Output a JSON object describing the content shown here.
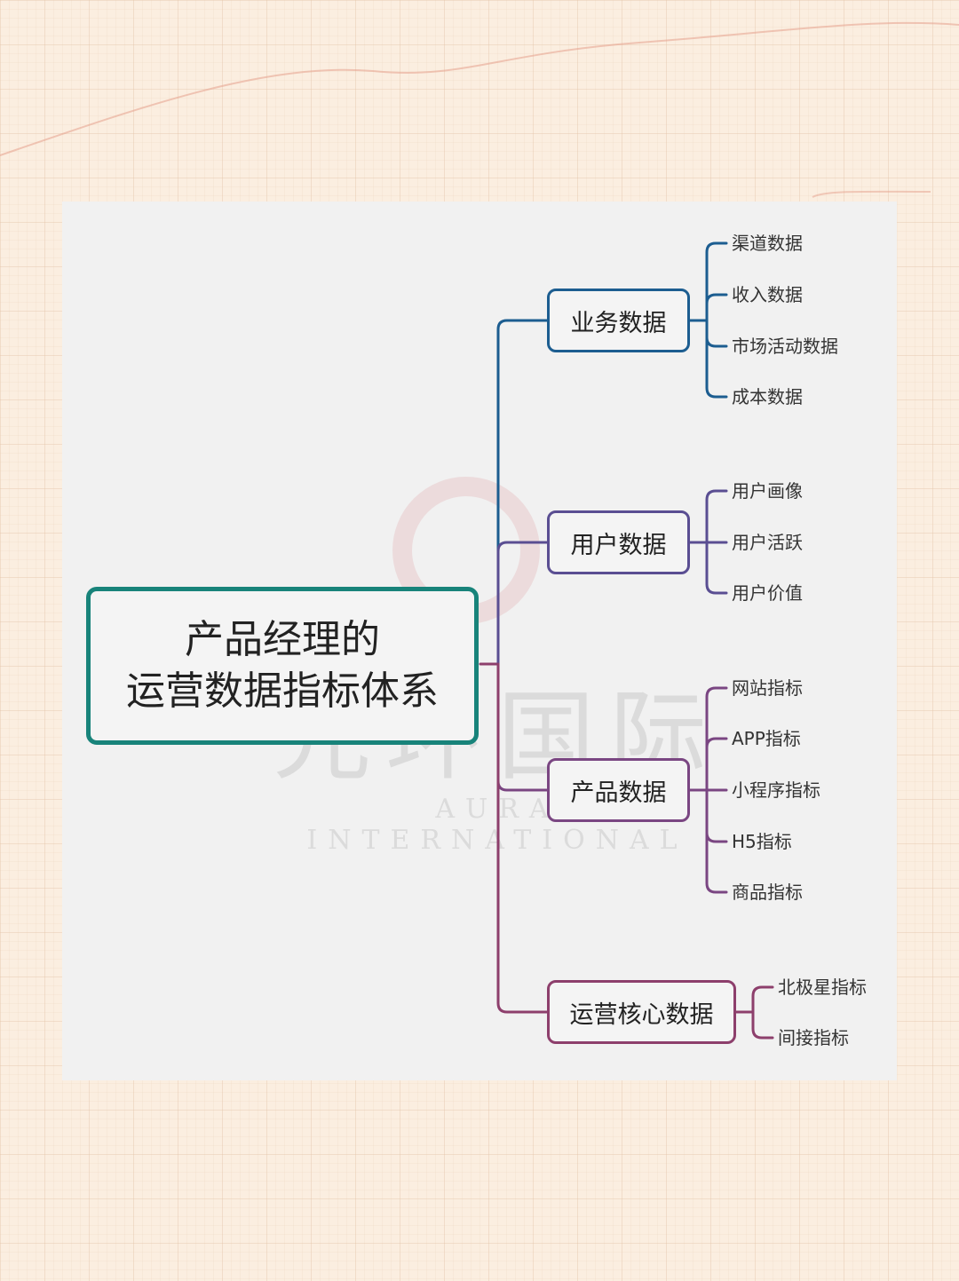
{
  "colors": {
    "root": "#18837a",
    "business": "#1c5d90",
    "user": "#5a4e92",
    "product": "#7a4682",
    "ops": "#8d3f6c"
  },
  "watermark": {
    "cn": "光环国际",
    "en": "AURA  INTERNATIONAL"
  },
  "root": {
    "line1": "产品经理的",
    "line2": "运营数据指标体系"
  },
  "branches": [
    {
      "label": "业务数据",
      "leaves": [
        "渠道数据",
        "收入数据",
        "市场活动数据",
        "成本数据"
      ]
    },
    {
      "label": "用户数据",
      "leaves": [
        "用户画像",
        "用户活跃",
        "用户价值"
      ]
    },
    {
      "label": "产品数据",
      "leaves": [
        "网站指标",
        "APP指标",
        "小程序指标",
        "H5指标",
        "商品指标"
      ]
    },
    {
      "label": "运营核心数据",
      "leaves": [
        "北极星指标",
        "间接指标"
      ]
    }
  ]
}
